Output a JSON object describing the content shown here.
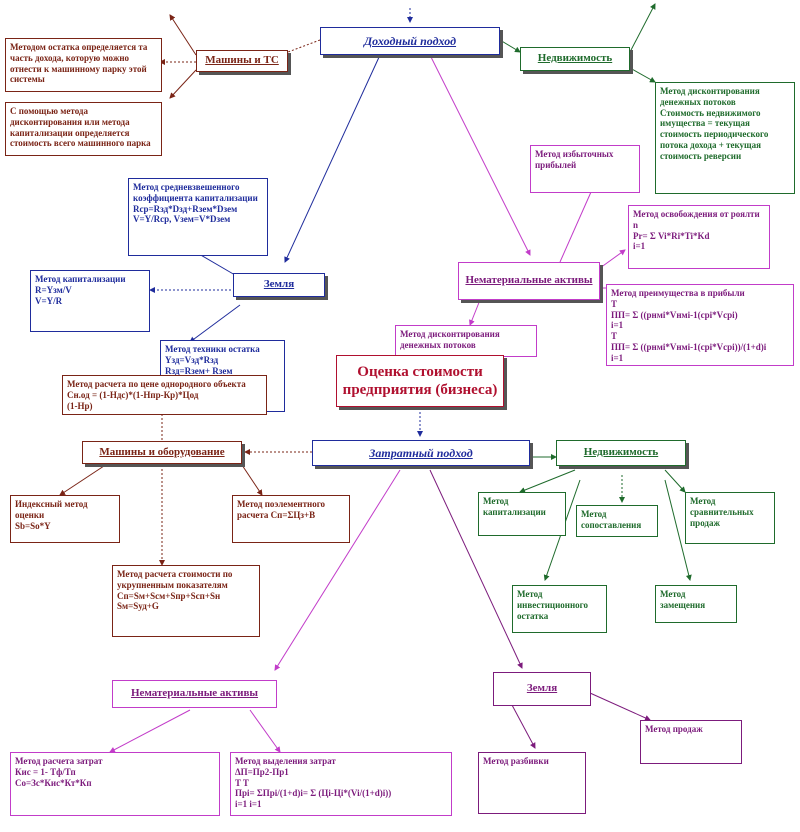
{
  "nodes": {
    "income_approach": "Доходный подход",
    "machines_ts": "Машины и ТС",
    "note_m1": "Методом остатка определяется та часть дохода, которую можно отнести к машинному парку этой системы",
    "note_m2": "С помощью метода дисконтирования или метода капитализации определяется стоимость всего машинного парка",
    "realty_top": "Недвижимость",
    "dcf_green": "Метод дисконтирования денежных потоков\nСтоимость недвижимого имущества = текущая стоимость периодического потока дохода + текущая стоимость реверсии",
    "excess_profit": "Метод избыточных прибылей",
    "avg_cap": "Метод средневзвешенного коэффициента капитализации\nRср=Rзд*Dзд+Rзем*Dзем\nV=Y/Rср,  Vзем=V*Dзем",
    "royalty": "Метод освобождения от роялти\n        n\nPr= Σ Vi*Ri*Ti*Kd\n        i=1",
    "land": "Земля",
    "intangible_top": "Нематериальные активы",
    "land_cap": "Метод капитализации\nR=Yзм/V\nV=Y/R",
    "profit_adv": "Метод преимущества в прибыли\n          T\nПП= Σ ((pнмi*Vнмi-1(cpi*Vcpi)\n          i=1\n          T\nПП= Σ ((pнмi*Vнмi-1(cpi*Vcpi))/(1+d)i\n          i=1",
    "land_residual": "Метод техники остатка\nYзд=Vзд*Rзд\nRзд=Rзем+ Rзем\nYзем=Y-Yзд",
    "dcf_pink": "Метод дисконтирования денежных потоков",
    "main_title": "Оценка стоимости предприятия (бизнеса)",
    "homog": "Метод расчета по цене однородного объекта\nСн.од = (1-Ндс)*(1-Нпр-Кр)*Цод\n                              (1-Нр)",
    "cost_approach": "Затратный подход",
    "machines_eq": "Машины и оборудование",
    "realty_mid": "Недвижимость",
    "index_method": "Индексный метод оценки\nSb=So*Y",
    "element_method": "Метод поэлементного расчета Сп=ΣЦз+В",
    "cap_method": "Метод капитализации",
    "comparison_method": "Метод сопоставления",
    "comparative_sales": "Метод сравнительных продаж",
    "aggregated": "Метод расчета стоимости по укрупненным показателям\nСп=Sм+Sсм+Sпр+Sсп+Sн\nSм=Sуд+G",
    "invest_residual": "Метод инвестиционного остатка",
    "replacement": "Метод замещения",
    "intangible_bottom": "Нематериальные активы",
    "land_bottom": "Земля",
    "sales_method": "Метод продаж",
    "cost_calc": "Метод расчета затрат\nКис = 1- Тф/Тп\nСо=Зс*Кис*Кт*Кп",
    "excess_earn": "Метод выделения затрат\nΔП=Пр2-Пр1\n          T                         T\nПрi= ΣПрi/(1+d)i= Σ (Цi-Цi*(Vi/(1+d)i))\n          i=1                       i=1",
    "partition": "Метод разбивки"
  },
  "colors": {
    "blue": "#1f2c9c",
    "brown": "#7a2416",
    "green": "#1f6b2c",
    "purple": "#7c1b7c",
    "pink": "#c23cc9",
    "red": "#b0102f"
  }
}
